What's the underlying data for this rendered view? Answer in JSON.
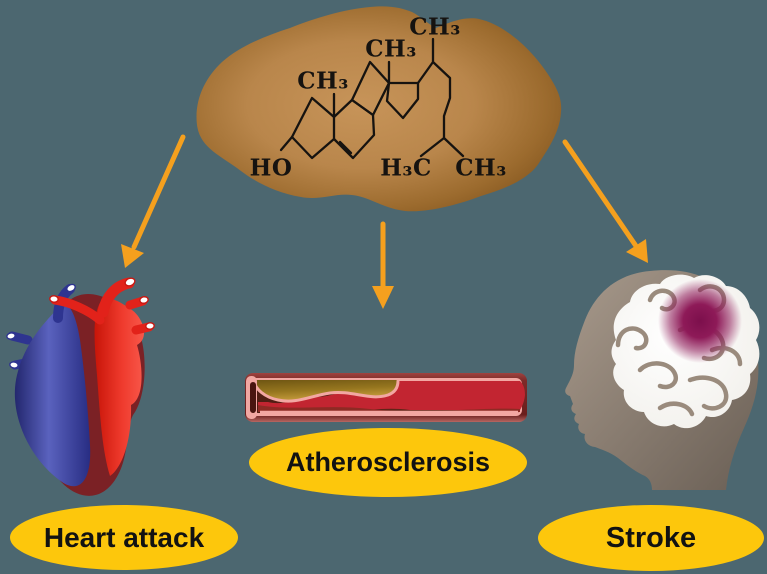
{
  "background_color": "#4C6770",
  "colors": {
    "arrow": "#F5A01E",
    "badge_bg": "#FDC70C",
    "badge_text": "#121212",
    "blob_center": "#C79459",
    "blob_edge": "#865820",
    "lesion": "#8E1A58",
    "blood": "#C22531",
    "plaque": "#96761F"
  },
  "icons": [
    "cholesterol-blob-icon",
    "arrow-down-left-icon",
    "arrow-down-icon",
    "arrow-down-right-icon",
    "heart-anatomy-icon",
    "artery-cross-section-icon",
    "head-profile-brain-icon",
    "stroke-lesion-icon"
  ],
  "molecule": {
    "description": "cholesterol skeletal formula",
    "labels": [
      "CH₃",
      "CH₃",
      "CH₃",
      "HO",
      "H₃C",
      "CH₃"
    ]
  },
  "outcomes": [
    {
      "id": "heart-attack",
      "label": "Heart attack"
    },
    {
      "id": "atherosclerosis",
      "label": "Atherosclerosis"
    },
    {
      "id": "stroke",
      "label": "Stroke"
    }
  ]
}
